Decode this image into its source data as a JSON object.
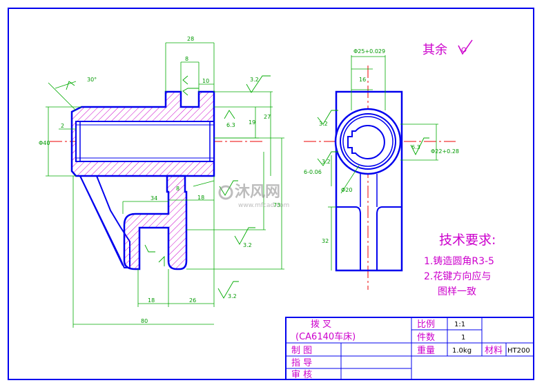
{
  "drawing": {
    "finish_note": "其余",
    "tech_title": "技术要求:",
    "tech_notes": [
      "1.铸造圆角R3-5",
      "2.花键方向应与",
      "图样一致"
    ],
    "watermark_text": "沐风网",
    "watermark_url": "www.mfcad.com"
  },
  "dimensions": {
    "d28": "28",
    "d8": "8",
    "d10": "10",
    "d3_2a": "3.2",
    "d19": "19",
    "d27": "27",
    "d6_3": "6.3",
    "d2": "2",
    "d40": "Φ40",
    "d34": "34",
    "d18": "18",
    "d73": "73",
    "d8b": "8",
    "d3_2b": "3.2",
    "d18b": "18",
    "d26": "26",
    "d80": "80",
    "d3_2c": "3.2",
    "angle": "30°",
    "d25": "Φ25+0.029",
    "d16": "16",
    "d3_2d": "3.2",
    "d3_2e": "3.2",
    "d6_3b": "6.3",
    "d22": "Φ22+0.28",
    "d20": "Φ20",
    "d32": "32",
    "d6": "6-0.06"
  },
  "title_block": {
    "part_name": "拨      叉",
    "machine": "(CA6140车床)",
    "scale_label": "比例",
    "scale_value": "1:1",
    "qty_label": "件数",
    "qty_value": "1",
    "weight_label": "重量",
    "weight_value": "1.0kg",
    "material_label": "材料",
    "material_value": "HT200",
    "made_label": "制   图",
    "guide_label": "指   导",
    "review_label": "审   核"
  },
  "colors": {
    "outline": "#0000ee",
    "dimension": "#00aa00",
    "centerline": "#ee0000",
    "hatch": "#cc00cc",
    "frame": "#0000ee"
  }
}
